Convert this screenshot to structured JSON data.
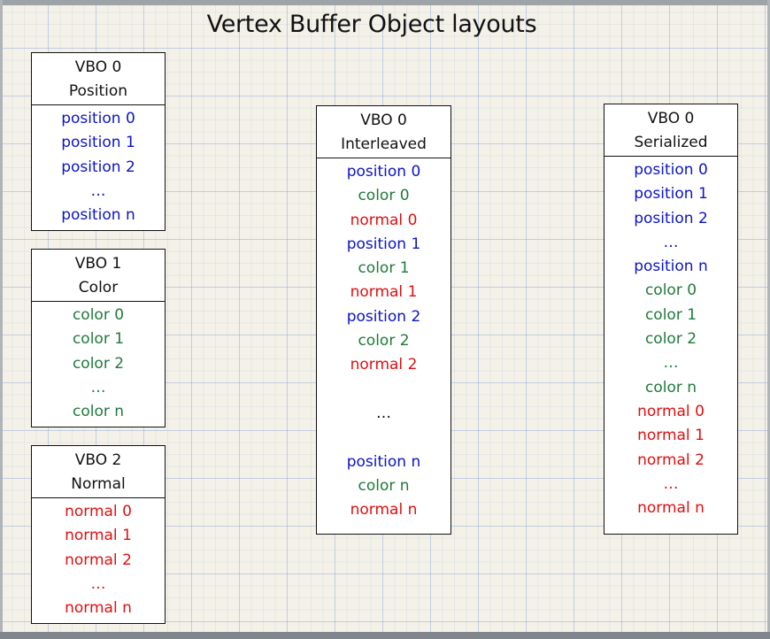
{
  "title": "Vertex Buffer Object layouts",
  "colors": {
    "position": "#0b14c8",
    "color": "#1f7a3a",
    "normal": "#e00f10"
  },
  "boxes": [
    {
      "id": "vbo-position",
      "header": [
        "VBO 0",
        "Position"
      ],
      "items": [
        {
          "text": "position 0",
          "kind": "pos"
        },
        {
          "text": "position 1",
          "kind": "pos"
        },
        {
          "text": "position 2",
          "kind": "pos"
        },
        {
          "text": "…",
          "kind": "pos"
        },
        {
          "text": "position n",
          "kind": "pos"
        }
      ]
    },
    {
      "id": "vbo-color",
      "header": [
        "VBO 1",
        "Color"
      ],
      "items": [
        {
          "text": "color 0",
          "kind": "col"
        },
        {
          "text": "color 1",
          "kind": "col"
        },
        {
          "text": "color 2",
          "kind": "col"
        },
        {
          "text": "…",
          "kind": "col"
        },
        {
          "text": "color n",
          "kind": "col"
        }
      ]
    },
    {
      "id": "vbo-normal",
      "header": [
        "VBO 2",
        "Normal"
      ],
      "items": [
        {
          "text": "normal 0",
          "kind": "nor"
        },
        {
          "text": "normal 1",
          "kind": "nor"
        },
        {
          "text": "normal 2",
          "kind": "nor"
        },
        {
          "text": "…",
          "kind": "nor"
        },
        {
          "text": "normal n",
          "kind": "nor"
        }
      ]
    },
    {
      "id": "vbo-interleaved",
      "header": [
        "VBO 0",
        "Interleaved"
      ],
      "items": [
        {
          "text": "position 0",
          "kind": "pos"
        },
        {
          "text": "color 0",
          "kind": "col"
        },
        {
          "text": "normal 0",
          "kind": "nor"
        },
        {
          "text": "position 1",
          "kind": "pos"
        },
        {
          "text": "color 1",
          "kind": "col"
        },
        {
          "text": "normal 1",
          "kind": "nor"
        },
        {
          "text": "position 2",
          "kind": "pos"
        },
        {
          "text": "color 2",
          "kind": "col"
        },
        {
          "text": "normal 2",
          "kind": "nor"
        },
        {
          "text": "",
          "kind": "dots"
        },
        {
          "text": "…",
          "kind": "dots"
        },
        {
          "text": "",
          "kind": "dots"
        },
        {
          "text": "position n",
          "kind": "pos"
        },
        {
          "text": "color n",
          "kind": "col"
        },
        {
          "text": "normal n",
          "kind": "nor"
        }
      ]
    },
    {
      "id": "vbo-serialized",
      "header": [
        "VBO 0",
        "Serialized"
      ],
      "items": [
        {
          "text": "position 0",
          "kind": "pos"
        },
        {
          "text": "position 1",
          "kind": "pos"
        },
        {
          "text": "position 2",
          "kind": "pos"
        },
        {
          "text": "…",
          "kind": "pos"
        },
        {
          "text": "position n",
          "kind": "pos"
        },
        {
          "text": "color 0",
          "kind": "col"
        },
        {
          "text": "color 1",
          "kind": "col"
        },
        {
          "text": "color 2",
          "kind": "col"
        },
        {
          "text": "…",
          "kind": "col"
        },
        {
          "text": "color n",
          "kind": "col"
        },
        {
          "text": "normal 0",
          "kind": "nor"
        },
        {
          "text": "normal 1",
          "kind": "nor"
        },
        {
          "text": "normal 2",
          "kind": "nor"
        },
        {
          "text": "…",
          "kind": "nor"
        },
        {
          "text": "normal n",
          "kind": "nor"
        }
      ]
    }
  ]
}
